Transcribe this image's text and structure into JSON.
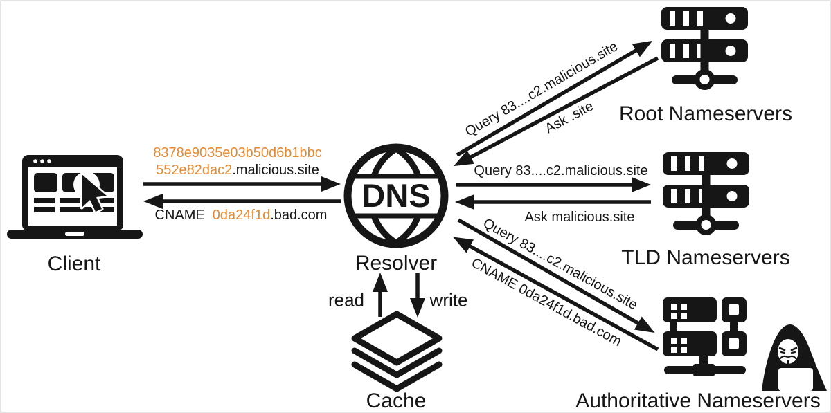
{
  "colors": {
    "accent": "#E8892F",
    "ink": "#161616"
  },
  "nodes": {
    "client": {
      "label": "Client"
    },
    "resolver": {
      "label": "Resolver",
      "icon_text": "DNS"
    },
    "root_nameservers": {
      "label": "Root Nameservers"
    },
    "tld_nameservers": {
      "label": "TLD Nameservers"
    },
    "authoritative_nameservers": {
      "label": "Authoritative Nameservers"
    },
    "cache": {
      "label": "Cache"
    }
  },
  "edges": {
    "client_to_resolver": {
      "line1": "8378e9035e03b50d6b1bbc",
      "line2_subdomain": "552e82dac2",
      "line2_domain": ".malicious.site"
    },
    "resolver_to_client": {
      "prefix": "CNAME",
      "record_id": "0da24f1d",
      "domain": ".bad.com"
    },
    "resolver_to_root": {
      "label": "Query 83....c2.malicious.site"
    },
    "root_to_resolver": {
      "label": "Ask .site"
    },
    "resolver_to_tld": {
      "label": "Query 83....c2.malicious.site"
    },
    "tld_to_resolver": {
      "label": "Ask malicious.site"
    },
    "resolver_to_auth": {
      "label": "Query 83....c2.malicious.site"
    },
    "auth_to_resolver": {
      "label": "CNAME 0da24f1d.bad.com"
    },
    "resolver_cache_read": {
      "label": "read"
    },
    "resolver_cache_write": {
      "label": "write"
    }
  }
}
